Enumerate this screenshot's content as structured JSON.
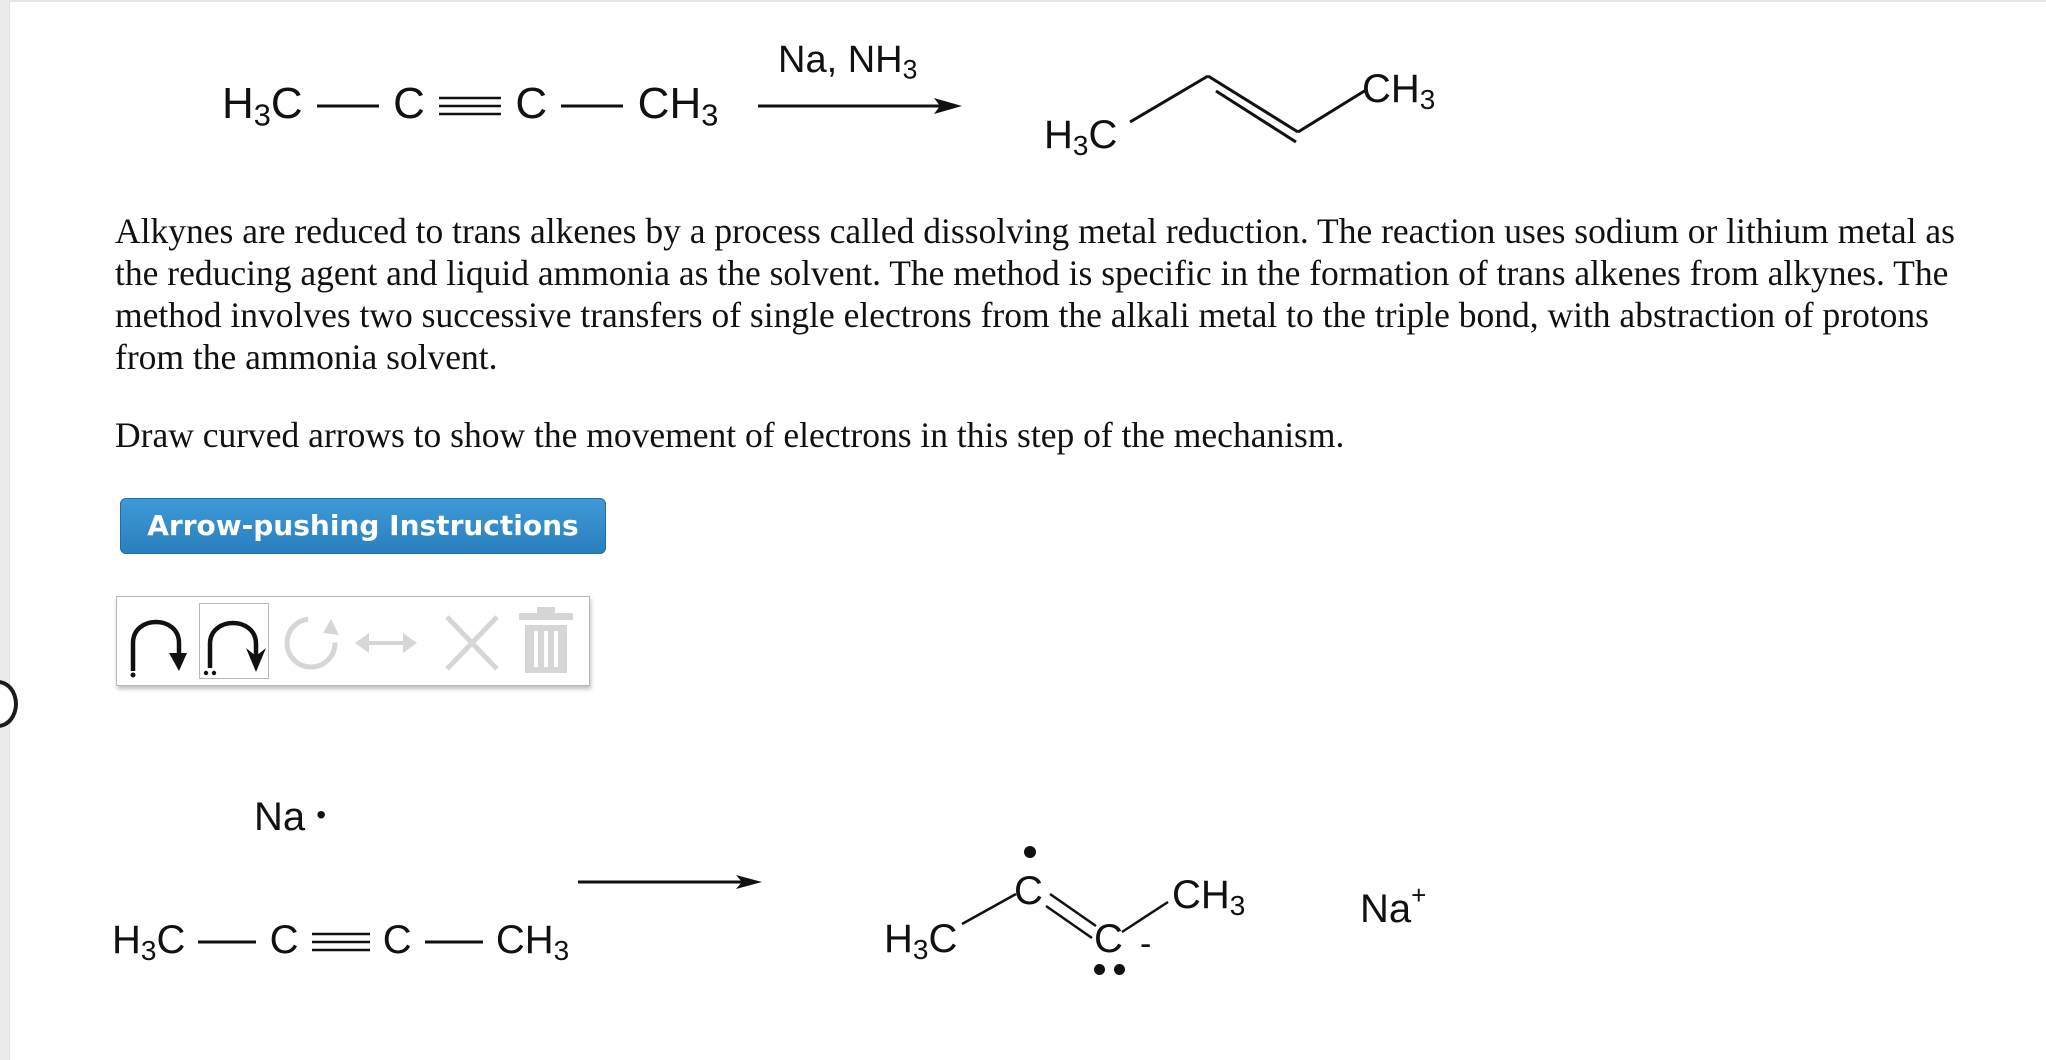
{
  "reaction_top": {
    "reactant": {
      "h3c": "H",
      "sub3a": "3",
      "c1": "C",
      "c2": "C",
      "c3": "C",
      "ch3": "CH",
      "sub3b": "3"
    },
    "reagent": {
      "text": "Na, NH",
      "sub": "3"
    },
    "product": {
      "h3c": "H",
      "h3c_sub": "3",
      "h3c_c": "C",
      "ch3": "CH",
      "ch3_sub": "3"
    }
  },
  "prose": {
    "paragraph1": "Alkynes are reduced to trans alkenes by a process called dissolving metal reduction. The reaction uses sodium or lithium metal as the reducing agent and liquid ammonia as the solvent. The method is specific in the formation of trans alkenes from alkynes. The method involves two successive transfers of single electrons from the alkali metal to the triple bond, with abstraction of protons from the ammonia solvent.",
    "paragraph2": "Draw curved arrows to show the movement of electrons in this step of the mechanism."
  },
  "buttons": {
    "instructions_label": "Arrow-pushing Instructions"
  },
  "toolbar": {
    "tools": [
      {
        "icon": "single-electron-arrow-icon",
        "state": "enabled"
      },
      {
        "icon": "electron-pair-arrow-icon",
        "state": "selected"
      },
      {
        "icon": "redo-icon",
        "state": "disabled"
      },
      {
        "icon": "resonance-arrow-icon",
        "state": "disabled"
      },
      {
        "icon": "delete-x-icon",
        "state": "disabled"
      },
      {
        "icon": "trash-icon",
        "state": "disabled"
      }
    ]
  },
  "mechanism": {
    "na_radical": {
      "na": "Na",
      "dot": "•"
    },
    "reactant": {
      "h3c": "H",
      "sub3a": "3",
      "c1": "C",
      "c2": "C",
      "c3": "C",
      "ch3": "CH",
      "sub3b": "3"
    },
    "product": {
      "h3c": "H",
      "h3c_sub": "3",
      "h3c_c": "C",
      "radical_carbon": "C",
      "anion_carbon": "C",
      "charge": "-",
      "ch3": "CH",
      "ch3_sub": "3"
    },
    "cation": {
      "na": "Na",
      "charge": "+"
    }
  },
  "colors": {
    "button_bg": "#2a7fbf",
    "disabled_icon": "#d4d4d4",
    "ink": "#111111"
  }
}
